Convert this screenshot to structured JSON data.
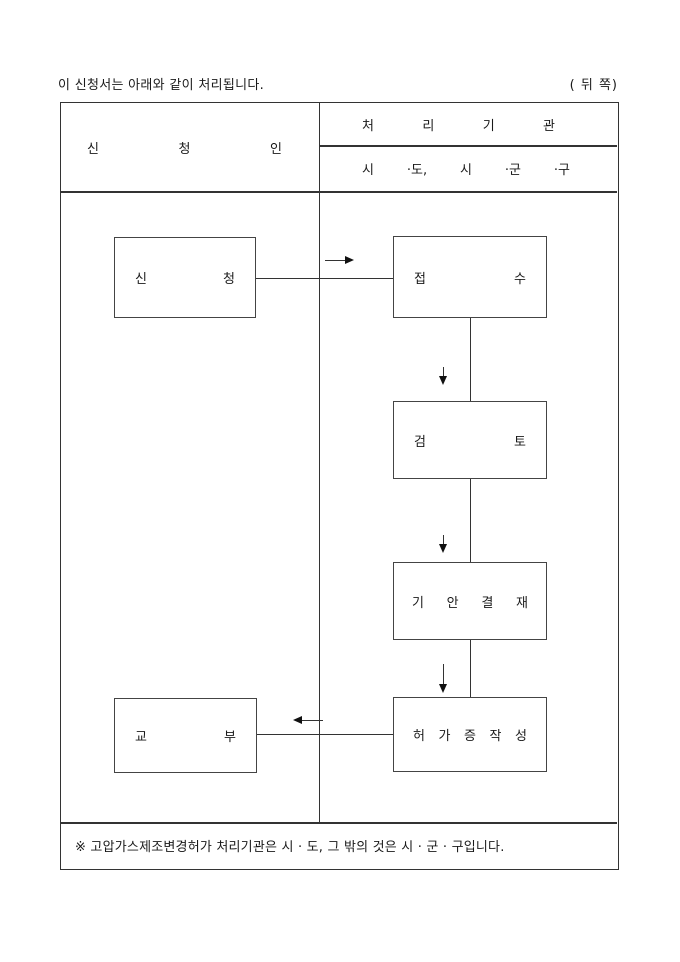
{
  "document": {
    "intro_text": "이 신청서는 아래와 같이 처리됩니다.",
    "page_side_label": "( 뒤 쪽)"
  },
  "table": {
    "applicant_column_header": "신 청 인",
    "agency_column_header": "처 리 기 관",
    "agency_column_subheader": "시 ·도, 시 ·군 ·구",
    "footnote": "※ 고압가스제조변경허가 처리기관은 시 · 도, 그 밖의 것은 시 · 군 · 구입니다."
  },
  "flowchart": {
    "nodes": {
      "apply": "신 청",
      "receipt": "접 수",
      "review": "검 토",
      "draft_approval": "기 안 결 재",
      "permit_creation": "허 가 증 작 성",
      "issuance": "교 부"
    }
  },
  "colors": {
    "line": "#333333",
    "box_border": "#444444",
    "text": "#1a1a1a",
    "background": "#ffffff"
  }
}
